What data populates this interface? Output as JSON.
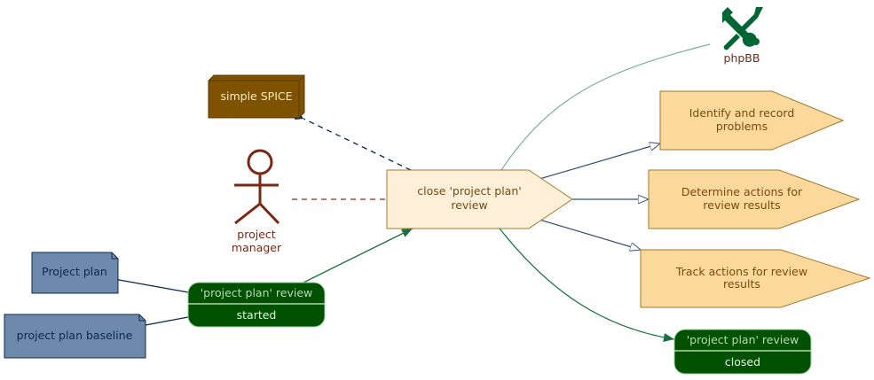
{
  "nodes": {
    "simple_spice": {
      "label": "simple SPICE"
    },
    "actor": {
      "line1": "project",
      "line2": "manager"
    },
    "central": {
      "line1": "close 'project plan'",
      "line2": "review"
    },
    "phpbb": {
      "label": "phpBB",
      "icon": "wrench-screwdriver-icon"
    },
    "identify": {
      "line1": "Identify and record",
      "line2": "problems"
    },
    "determine": {
      "line1": "Determine actions for",
      "line2": "review results"
    },
    "track": {
      "line1": "Track actions for review",
      "line2": "results"
    },
    "project_plan": {
      "label": "Project plan"
    },
    "baseline": {
      "label": "project plan baseline"
    },
    "state_started": {
      "title": "'project plan' review",
      "status": "started"
    },
    "state_closed": {
      "title": "'project plan' review",
      "status": "closed"
    }
  },
  "colors": {
    "spice_fill": "#7f5200",
    "actor": "#7a2812",
    "central_fill": "#fef0d8",
    "task_fill": "#fbd89c",
    "task_border": "#a07a29",
    "doc_fill": "#6f89ad",
    "doc_border": "#0d2850",
    "state_fill": "#005200",
    "phpbb_icon": "#006633",
    "edge_blue": "#33507a",
    "edge_green": "#1a7040",
    "edge_teal": "#7ab0a0",
    "edge_red": "#8b2a1a",
    "edge_navy": "#0d2850"
  }
}
